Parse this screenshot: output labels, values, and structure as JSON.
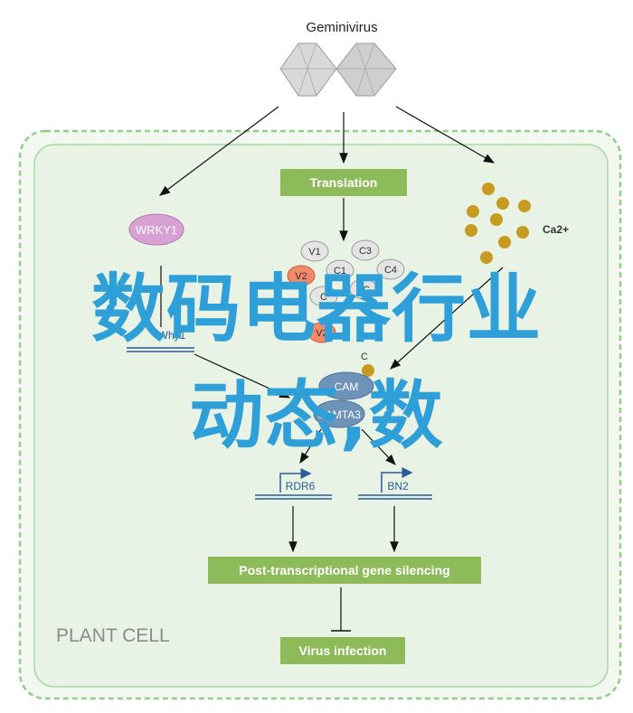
{
  "virus_label": "Geminivirus",
  "boxes": {
    "translation": "Translation",
    "ptgs": "Post-transcriptional gene silencing",
    "infection": "Virus infection"
  },
  "wrky": "WRKY1",
  "ca": "Ca2+",
  "cam": "CAM",
  "camta": "CAMTA3",
  "c_partial": "C",
  "whys": "Why1",
  "genes": {
    "rdr6": "RDR6",
    "bn2": "BN2"
  },
  "proteins": {
    "v1": "V1",
    "v2": "V2",
    "v3": "V2",
    "c1": "C1",
    "c2": "C",
    "c3": "C3",
    "c4": "C4",
    "c5": "3C"
  },
  "plant_cell": "PLANT CELL",
  "overlay": {
    "line1": "数码电器行业",
    "line2": "动态,数"
  },
  "colors": {
    "cell_fill": "#e9f3e5",
    "cell_border": "#8fcf8a",
    "box_fill": "#8dbb5a",
    "wrky_fill": "#d9a0d3",
    "v2_fill": "#f08a6b",
    "protein_fill": "#e4e4e4",
    "ca_fill": "#c79b1f",
    "cam_fill": "#6f92b8",
    "gene_text": "#2a5d9a",
    "overlay_text": "#2f9fd8"
  }
}
